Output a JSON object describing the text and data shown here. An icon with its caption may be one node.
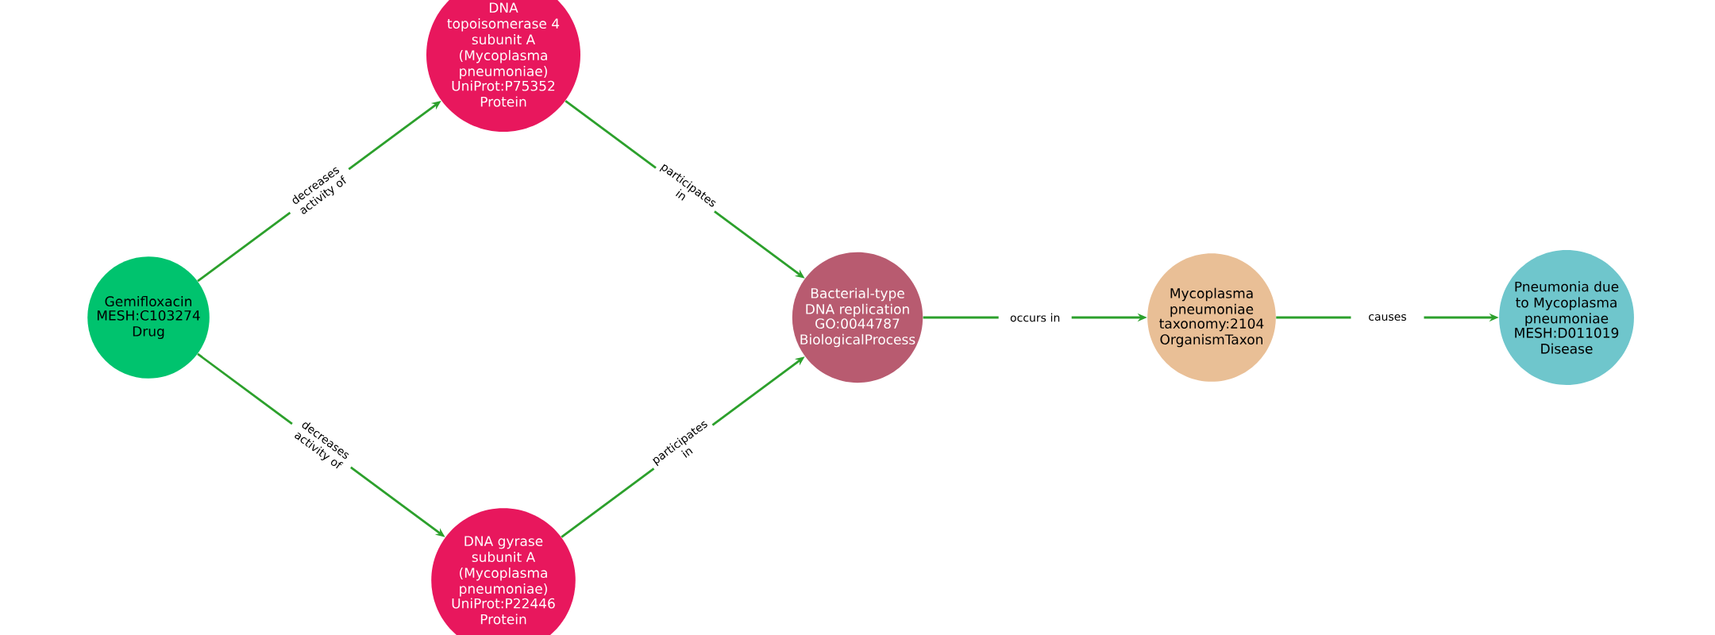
{
  "diagram": {
    "nodes": [
      {
        "text": [
          "Gemifloxacin",
          "MESH:C103274",
          "Drug"
        ]
      },
      {
        "text": [
          "DNA topoisomerase 4 subunit A (Mycoplasma pneumoniae)",
          "UniProt:P75352",
          "Protein"
        ]
      },
      {
        "text": [
          "DNA gyrase subunit A (Mycoplasma pneumoniae)",
          "UniProt:P22446",
          "Protein"
        ]
      },
      {
        "text": [
          "Bacterial-type DNA replication",
          "GO:0044787",
          "BiologicalProcess"
        ]
      },
      {
        "text": [
          "Mycoplasma pneumoniae",
          "taxonomy:2104",
          "OrganismTaxon"
        ]
      },
      {
        "text": [
          "Pneumonia due to Mycoplasma pneumoniae",
          "MESH:D011019",
          "Disease"
        ]
      }
    ],
    "edges": [
      {
        "from": 0,
        "to": 1,
        "arrow": "to",
        "label": "decreases activity of"
      },
      {
        "from": 0,
        "to": 2,
        "arrow": "to",
        "label": "decreases activity of"
      },
      {
        "from": 1,
        "to": 3,
        "arrow": "to",
        "label": "participates in"
      },
      {
        "from": 2,
        "to": 3,
        "arrow": "to",
        "label": "participates in"
      },
      {
        "from": 3,
        "to": 4,
        "arrow": "to",
        "label": "occurs in"
      },
      {
        "from": 4,
        "to": 5,
        "arrow": "to",
        "label": "causes"
      }
    ]
  }
}
